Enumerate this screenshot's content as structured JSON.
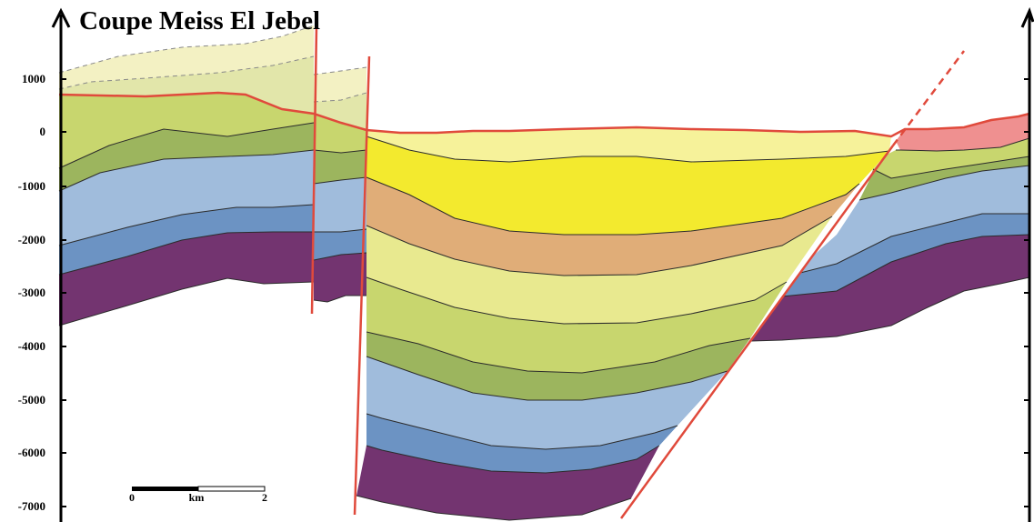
{
  "title": "Coupe Meiss El Jebel",
  "depth_axis": {
    "ticks": [
      "1000",
      "0",
      "-1000",
      "-2000",
      "-3000",
      "-4000",
      "-5000",
      "-6000",
      "-7000"
    ]
  },
  "scale_bar": {
    "start_label": "0",
    "unit_label": "km",
    "end_label": "2"
  },
  "colors": {
    "fault": "#e04a3c",
    "yellow_bright": "#f3ea2e",
    "yellow_pale": "#f6f29a",
    "orange": "#e0ad78",
    "pale_yellow_green": "#e8e98f",
    "olive_light": "#c8d66e",
    "olive_dark": "#9cb55e",
    "light_blue": "#a0bcdc",
    "mid_blue": "#6c93c3",
    "purple": "#733470",
    "salmon": "#ef9090",
    "eroded_top": "#f3f1c3",
    "eroded_mid": "#e2e6aa"
  }
}
